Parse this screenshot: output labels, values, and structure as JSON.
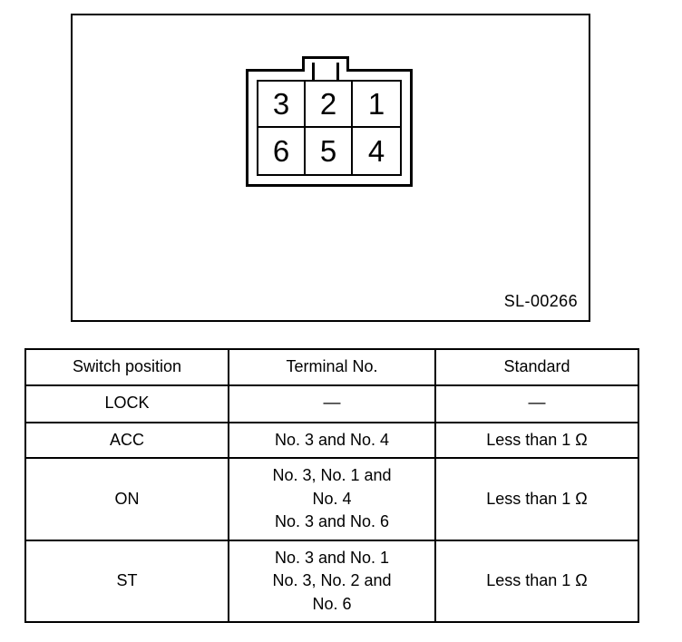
{
  "figure": {
    "name": "ignition-switch-connector",
    "code": "SL-00266",
    "terminals": [
      {
        "label": "3"
      },
      {
        "label": "2"
      },
      {
        "label": "1"
      },
      {
        "label": "6"
      },
      {
        "label": "5"
      },
      {
        "label": "4"
      }
    ]
  },
  "table": {
    "headers": {
      "switch_position": "Switch position",
      "terminal_no": "Terminal No.",
      "standard": "Standard"
    },
    "rows": [
      {
        "position": "LOCK",
        "terminals": [
          "—"
        ],
        "standard": [
          "—"
        ]
      },
      {
        "position": "ACC",
        "terminals": [
          "No. 3 and No. 4"
        ],
        "standard": [
          "Less than 1 Ω"
        ]
      },
      {
        "position": "ON",
        "terminals": [
          "No. 3, No. 1 and",
          "No. 4",
          "No. 3 and No. 6"
        ],
        "standard": [
          "Less than 1 Ω"
        ]
      },
      {
        "position": "ST",
        "terminals": [
          "No. 3 and No. 1",
          "No. 3, No. 2 and",
          "No. 6"
        ],
        "standard": [
          "Less than 1 Ω"
        ]
      }
    ]
  },
  "colors": {
    "line": "#000000",
    "background": "#ffffff",
    "text": "#000000"
  }
}
